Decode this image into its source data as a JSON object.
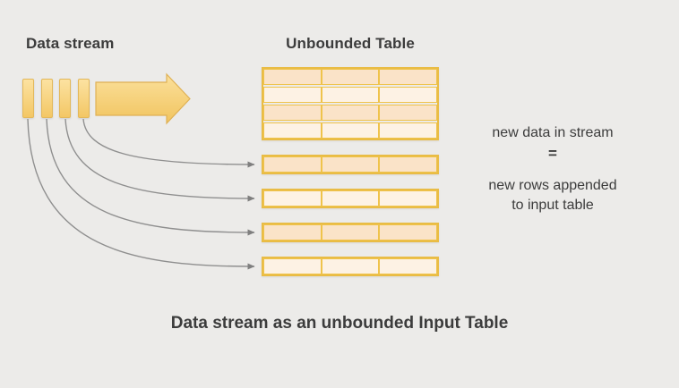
{
  "diagram": {
    "stream_label": "Data stream",
    "table_label": "Unbounded Table",
    "equation": {
      "line1": "new data in stream",
      "equals": "=",
      "line2": "new rows appended",
      "line3": "to input table"
    },
    "caption": "Data stream as an unbounded Input Table",
    "stream": {
      "event_count": 4
    },
    "unbounded_table": {
      "columns": 3,
      "initial_rows": 4,
      "appended_rows": 4
    },
    "colors": {
      "background": "#ECEBE9",
      "row_dark": "#FAE3C8",
      "row_light": "#FDF2E4",
      "table_border": "#EFC34B",
      "table_outer_border": "#E9BC45",
      "bar_fill_top": "#FCE2A1",
      "bar_fill_bottom": "#F3C765",
      "bar_border": "#E3B85A",
      "connector": "#8F8F8F",
      "text": "#3C3C3C"
    }
  }
}
